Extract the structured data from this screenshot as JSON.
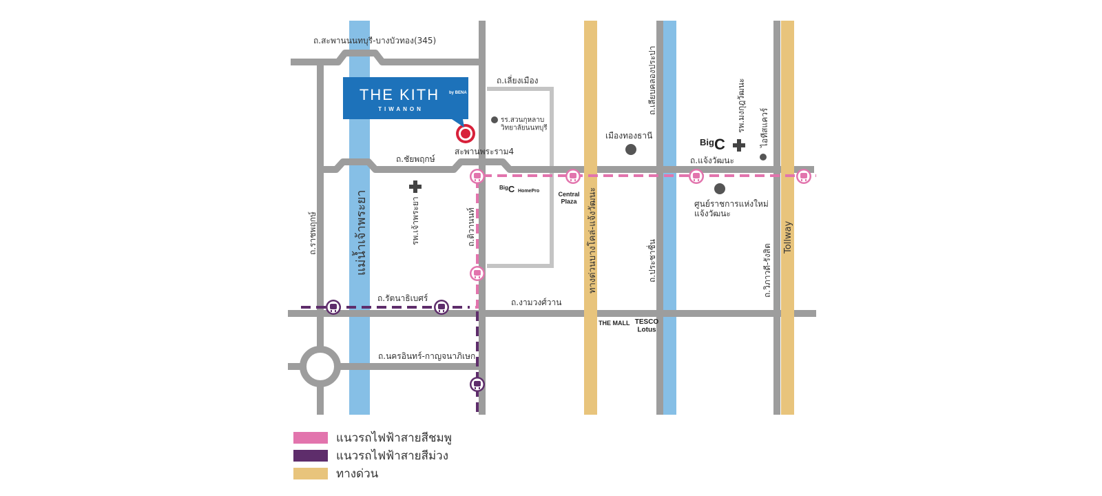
{
  "colors": {
    "road": "#9d9d9d",
    "secondary_road": "#c4c4c4",
    "river": "#86bfe6",
    "expressway": "#e8c47c",
    "pink_line": "#e274ad",
    "purple_line": "#5e2d6b",
    "logo_bg": "#1d72ba",
    "pin": "#d8213a"
  },
  "logo": {
    "brand": "THE KITH",
    "sub": "TIWANON",
    "by": "by BENA"
  },
  "labels": {
    "sapan_nonthaburi": "ถ.สะพานนนทบุรี-บางบัวทอง(345)",
    "liang_muang": "ถ.เลี่ยงเมือง",
    "school": "รร.สวนกุหลาบ\nวิทยาลัยนนทบุรี",
    "bridge_rama4": "สะพานพระราม4",
    "chaiyapruek": "ถ.ชัยพฤกษ์",
    "rajapruek": "ถ.ราชพฤกษ์",
    "river": "แม่น้ำเจ้าพระยา",
    "hosp_chaopraya": "รพ.เจ้าพระยา",
    "tiwanon": "ถ.ติวานนท์",
    "ratanathibet": "ถ.รัตนาธิเบศร์",
    "ngamwongwan": "ถ.งามวงศ์วาน",
    "nakhon_in": "ถ.นครอินทร์-กาญจนาภิเษก",
    "expressway": "ทางด่วนบางโคล่-แจ้งวัฒนะ",
    "canal_road": "ถ.เลียบคลองประปา",
    "prachachuen": "ถ.ประชาชื่น",
    "muang_thong": "เมืองทองธานี",
    "chaengwattana": "ถ.แจ้งวัฒนะ",
    "gov_center": "ศูนย์ราชการแห่งใหม่\nแจ้งวัฒนะ",
    "hosp_mongkut": "รพ.มงกุฎวัฒนะ",
    "it_square": "ไอทีสแควร์",
    "vibhavadi": "ถ.วิภาวดี-รังสิต",
    "tollway": "Tollway",
    "bigc": "Big C",
    "homepro": "HomePro",
    "central_plaza": "Central\nPlaza",
    "the_mall": "THE MALL",
    "tesco_lotus": "TESCO\nLotus"
  },
  "legend": [
    {
      "label": "แนวรถไฟฟ้าสายสีชมพู",
      "color": "#e274ad"
    },
    {
      "label": "แนวรถไฟฟ้าสายสีม่วง",
      "color": "#5e2d6b"
    },
    {
      "label": "ทางด่วน",
      "color": "#e8c47c"
    }
  ]
}
